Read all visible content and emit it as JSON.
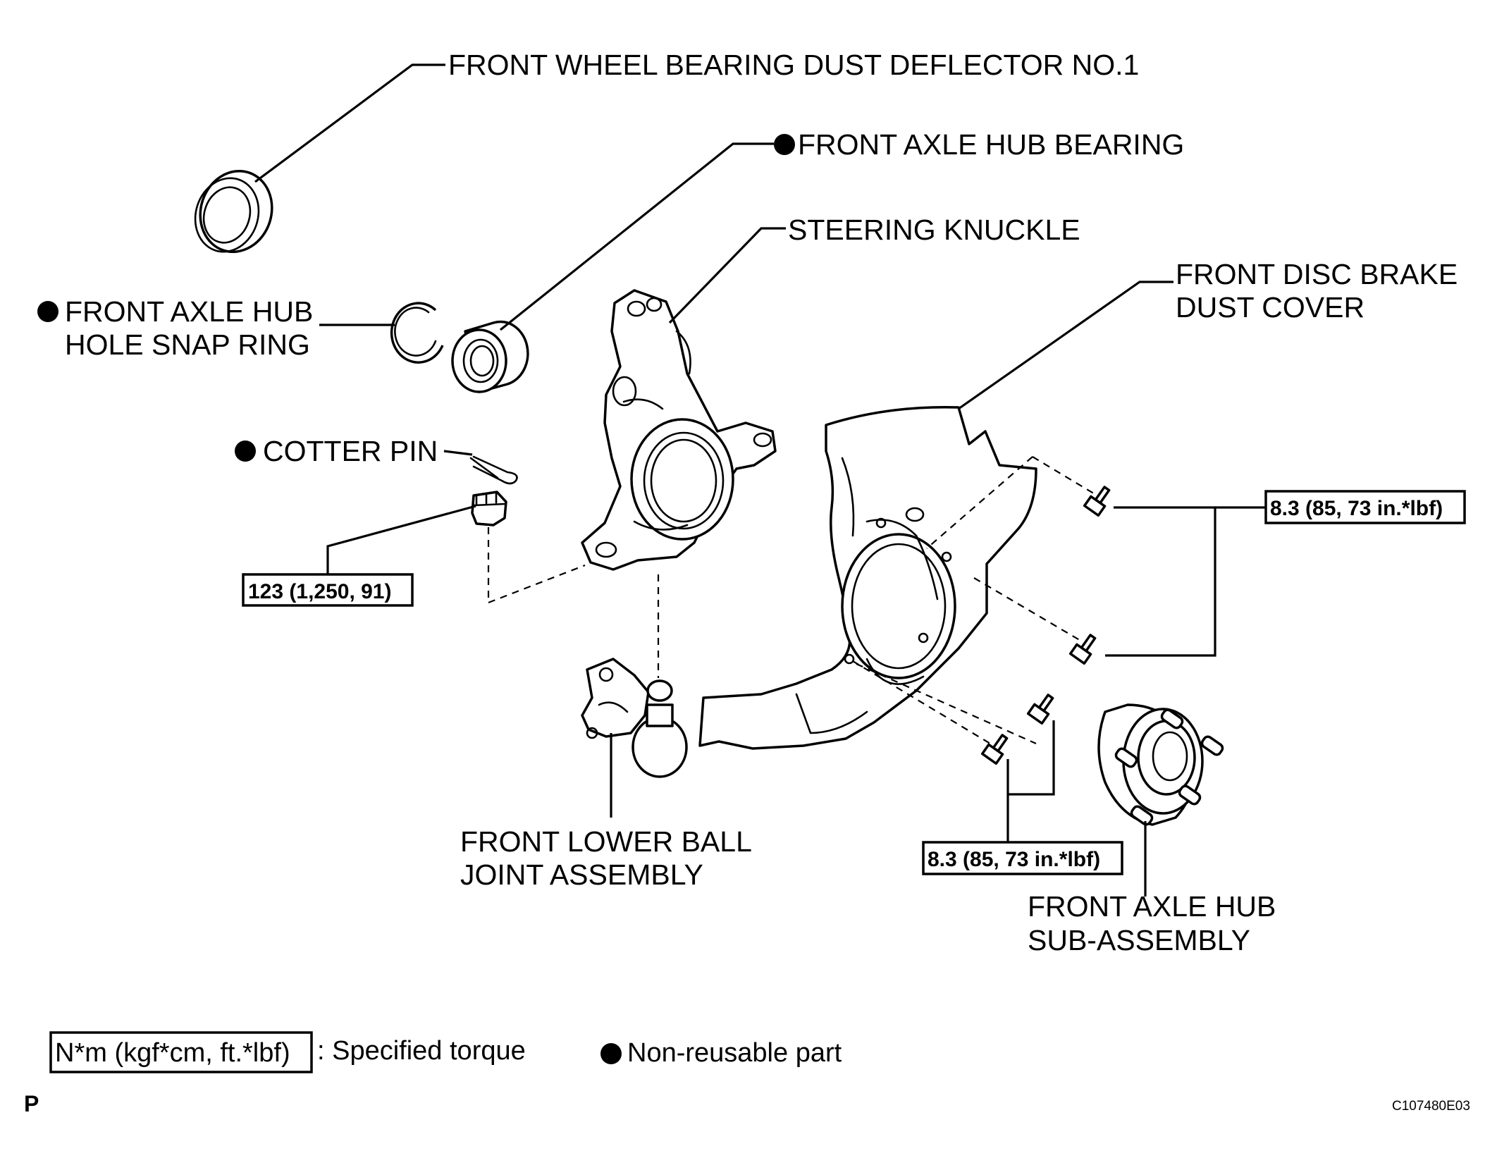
{
  "labels": {
    "dust_deflector": "FRONT WHEEL BEARING DUST DEFLECTOR NO.1",
    "hub_bearing": "FRONT AXLE HUB BEARING",
    "steering_knuckle": "STEERING KNUCKLE",
    "snap_ring_line1": "FRONT AXLE HUB",
    "snap_ring_line2": "HOLE SNAP RING",
    "brake_dust_cover_line1": "FRONT DISC BRAKE",
    "brake_dust_cover_line2": "DUST COVER",
    "cotter_pin": "COTTER PIN",
    "ball_joint_line1": "FRONT LOWER BALL",
    "ball_joint_line2": "JOINT ASSEMBLY",
    "hub_sub_line1": "FRONT AXLE HUB",
    "hub_sub_line2": "SUB-ASSEMBLY"
  },
  "torques": {
    "nut": "123 (1,250, 91)",
    "dust_cover_upper": "8.3 (85, 73 in.*lbf)",
    "dust_cover_lower": "8.3 (85, 73 in.*lbf)"
  },
  "legend": {
    "torque_box": "N*m (kgf*cm, ft.*lbf)",
    "torque_text": ": Specified torque",
    "nonreusable_text": "Non-reusable part"
  },
  "corner": {
    "page_code": "P",
    "figure_id": "C107480E03"
  }
}
